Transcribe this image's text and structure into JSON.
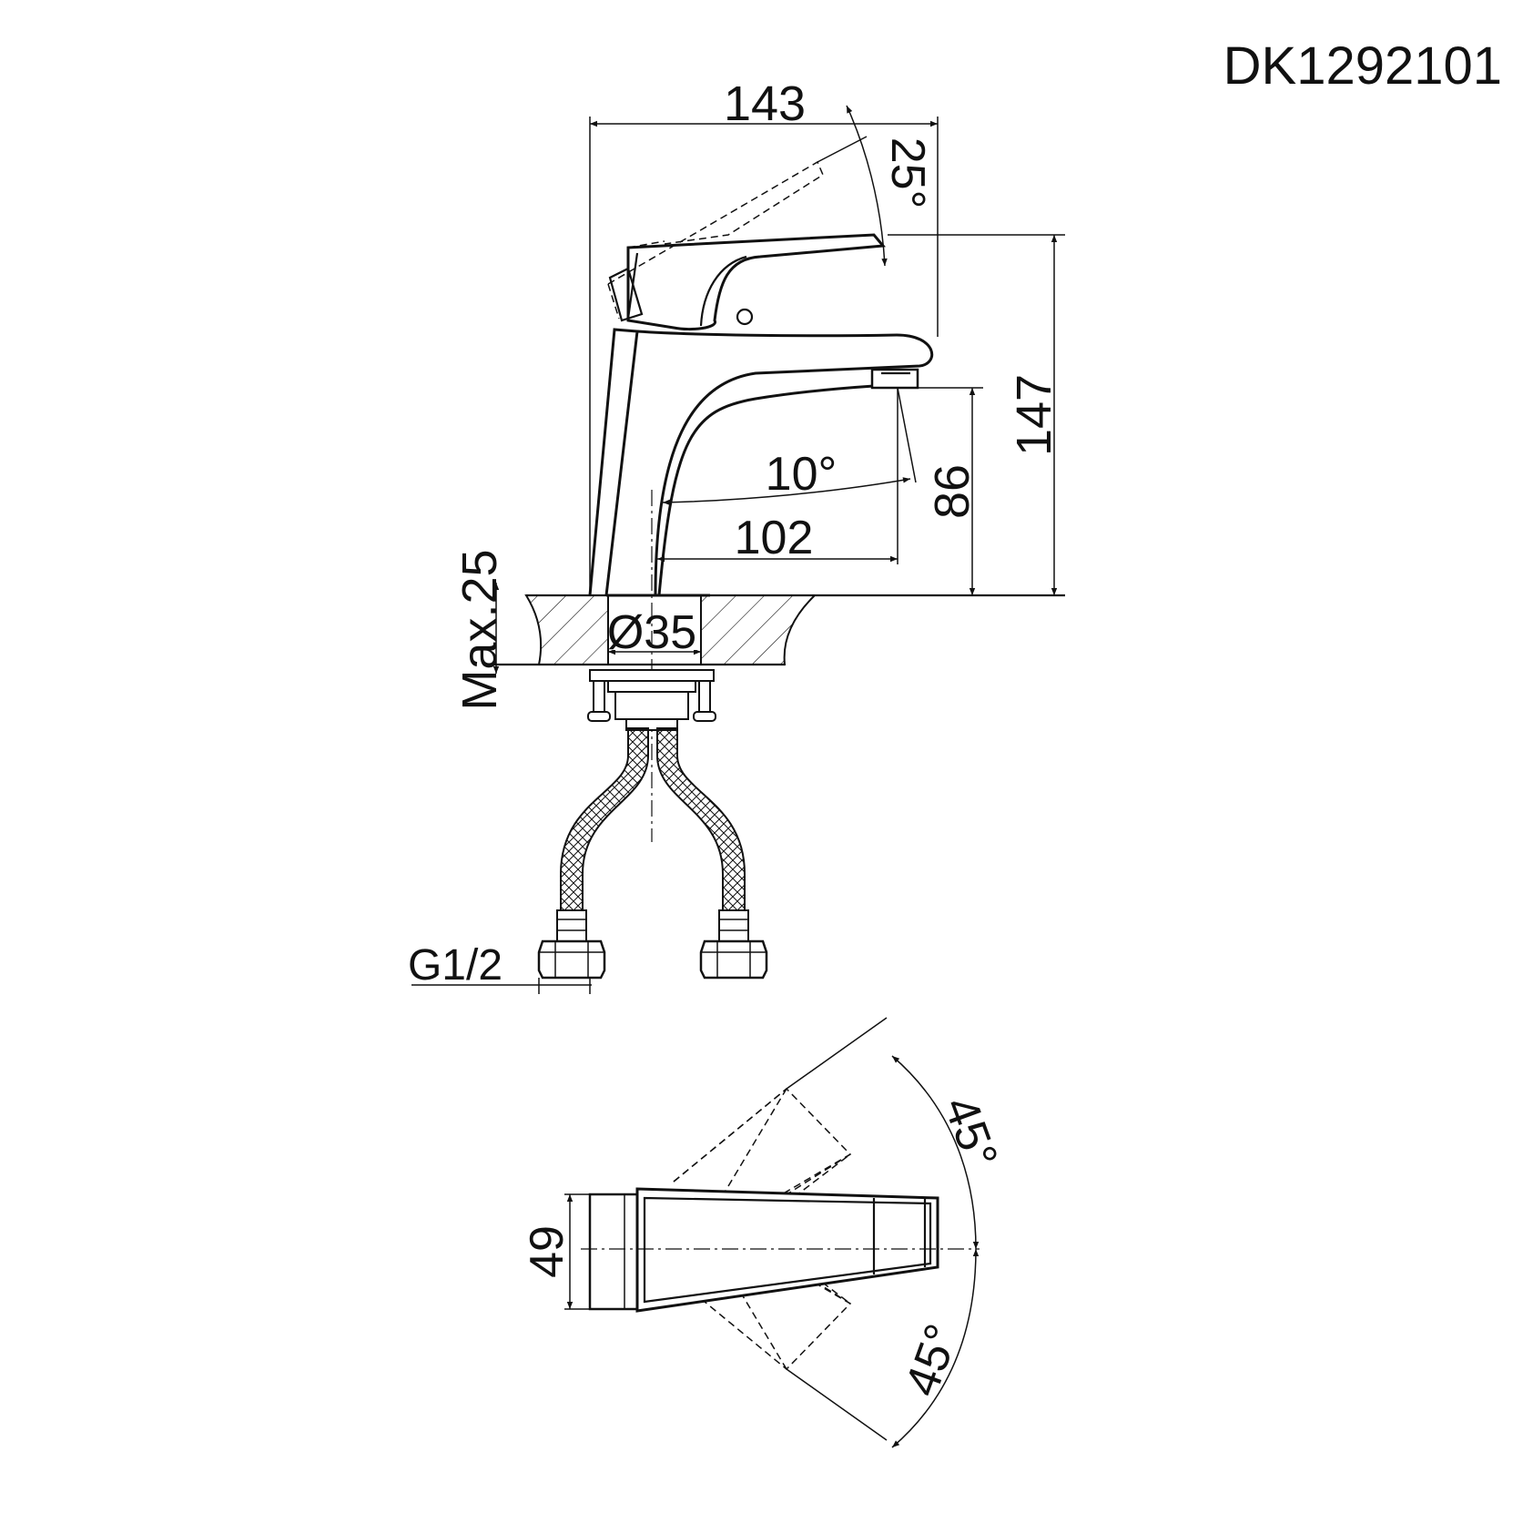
{
  "document": {
    "model_code": "DK1292101"
  },
  "dimensions": {
    "width_total": "143",
    "lever_angle": "25°",
    "height_total": "147",
    "spout_height": "86",
    "spout_angle": "10°",
    "spout_reach": "102",
    "max_counter": "Max.25",
    "hole_diameter": "Ø35",
    "thread": "G1/2",
    "handle_width": "49",
    "rotation_angle_top": "45°",
    "rotation_angle_bottom": "45°"
  },
  "colors": {
    "line": "#111111",
    "background": "#ffffff"
  }
}
